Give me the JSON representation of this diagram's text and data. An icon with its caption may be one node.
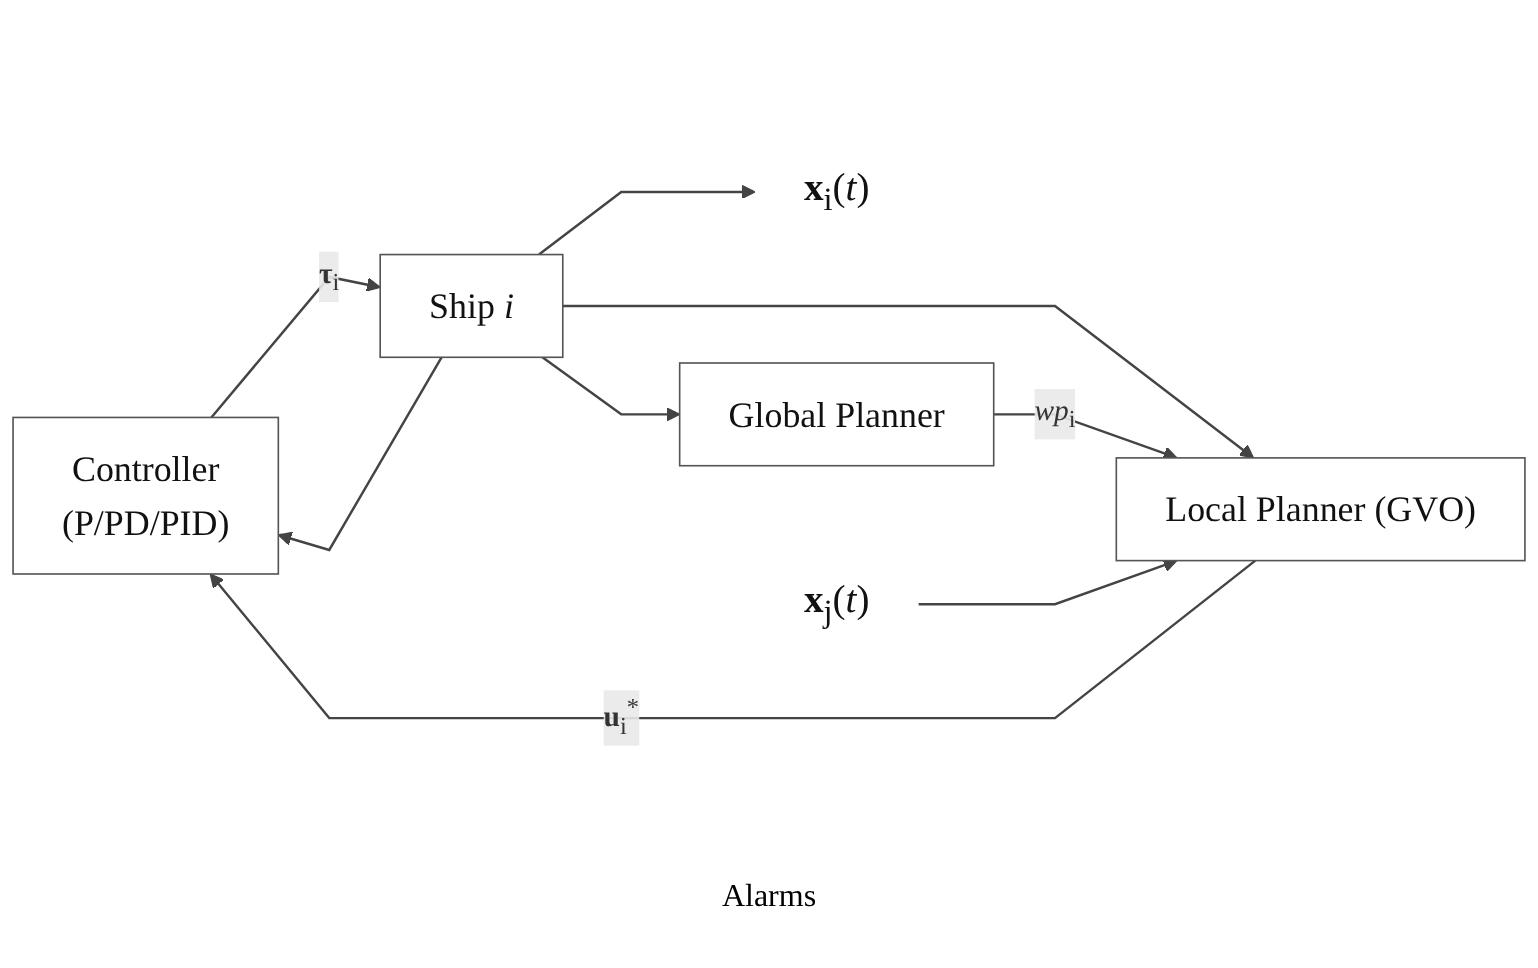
{
  "diagram": {
    "nodes": [
      {
        "text": [
          "Controller",
          "(P/PD/PID)"
        ]
      },
      {
        "text": [
          "Ship *i*"
        ]
      },
      {
        "text": [
          "**x**$_{i}$(*t*)"
        ]
      },
      {
        "text": [
          "Global Planner"
        ]
      },
      {
        "text": [
          "Local Planner (GVO)"
        ]
      },
      {
        "text": [
          "**x**$_{j}$(*t*)"
        ]
      }
    ],
    "edges": [
      {
        "from": 0,
        "to": 1,
        "arrow": "to",
        "label": "**τ**$_{i}$"
      },
      {
        "from": 1,
        "to": 2,
        "arrow": "to"
      },
      {
        "from": 1,
        "to": 0,
        "arrow": "to"
      },
      {
        "from": 1,
        "to": 3,
        "arrow": "to"
      },
      {
        "from": 1,
        "to": 4,
        "arrow": "to"
      },
      {
        "from": 3,
        "to": 4,
        "arrow": "to",
        "label": "*wp*$_{i}$"
      },
      {
        "from": 4,
        "to": 0,
        "arrow": "to",
        "label": "**u**$_{i}$$^{*}$"
      },
      {
        "from": 5,
        "to": 4,
        "arrow": "to"
      }
    ],
    "labels": [
      "Alarms"
    ]
  }
}
